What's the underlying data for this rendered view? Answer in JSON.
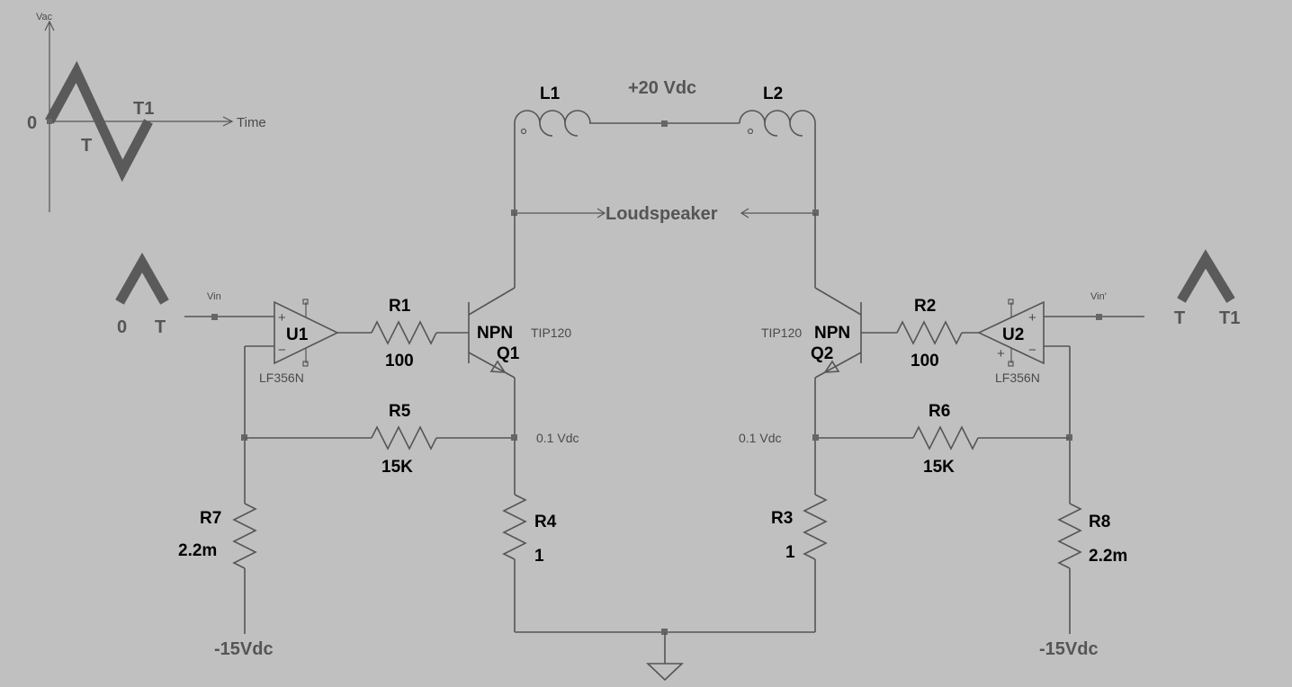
{
  "waveform_plot": {
    "y_axis_label": "Vac",
    "x_axis_label": "Time",
    "origin_label": "0",
    "t_label": "T",
    "t1_label": "T1"
  },
  "input_left": {
    "zero_label": "0",
    "t_label": "T",
    "net_label": "Vin"
  },
  "input_right": {
    "t_label": "T",
    "t1_label": "T1",
    "net_label": "Vin'"
  },
  "supply": {
    "positive": "+20 Vdc",
    "negative_left": "-15Vdc",
    "negative_right": "-15Vdc"
  },
  "load": {
    "label": "Loudspeaker"
  },
  "inductors": {
    "l1": "L1",
    "l2": "L2"
  },
  "opamps": {
    "u1": {
      "ref": "U1",
      "part": "LF356N",
      "plus": "+",
      "minus": "−"
    },
    "u2": {
      "ref": "U2",
      "part": "LF356N",
      "plus": "+",
      "minus": "−"
    }
  },
  "transistors": {
    "q1": {
      "ref": "Q1",
      "type": "NPN",
      "part": "TIP120"
    },
    "q2": {
      "ref": "Q2",
      "type": "NPN",
      "part": "TIP120"
    }
  },
  "resistors": {
    "r1": {
      "ref": "R1",
      "value": "100"
    },
    "r2": {
      "ref": "R2",
      "value": "100"
    },
    "r3": {
      "ref": "R3",
      "value": "1"
    },
    "r4": {
      "ref": "R4",
      "value": "1"
    },
    "r5": {
      "ref": "R5",
      "value": "15K"
    },
    "r6": {
      "ref": "R6",
      "value": "15K"
    },
    "r7": {
      "ref": "R7",
      "value": "2.2m"
    },
    "r8": {
      "ref": "R8",
      "value": "2.2m"
    }
  },
  "voltages": {
    "emitter_left": "0.1 Vdc",
    "emitter_right": "0.1 Vdc"
  }
}
